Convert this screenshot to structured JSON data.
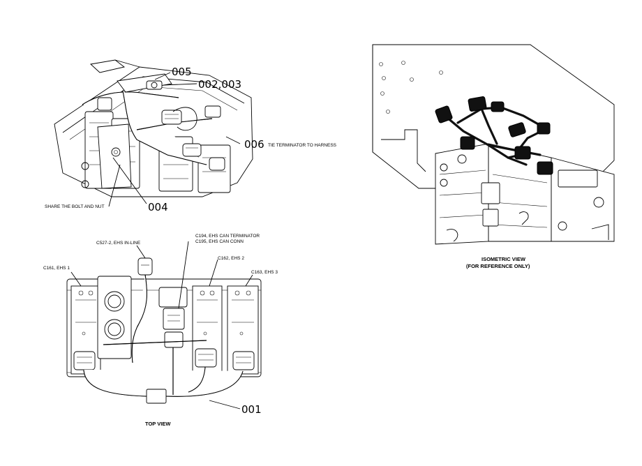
{
  "callouts": {
    "ref_005": "005",
    "ref_002_003": "002,003",
    "ref_006": "006",
    "ref_004": "004",
    "ref_001": "001"
  },
  "notes": {
    "tie_terminator": "TIE TERMINATOR TO HARNESS",
    "share_bolt": "SHARE THE BOLT AND NUT"
  },
  "connectors": {
    "c527": "C527-2, EHS IN-LINE",
    "c194": "C194, EHS CAN TERMINATOR",
    "c195": "C195, EHS CAN CONN",
    "c161": "C161, EHS 1",
    "c162": "C162, EHS 2",
    "c163": "C163, EHS 3"
  },
  "captions": {
    "top_view": "TOP VIEW",
    "isometric_1": "ISOMETRIC VIEW",
    "isometric_2": "(FOR REFERENCE ONLY)"
  },
  "colors": {
    "line": "#000000",
    "background": "#ffffff",
    "harness_highlight": "#111111"
  }
}
